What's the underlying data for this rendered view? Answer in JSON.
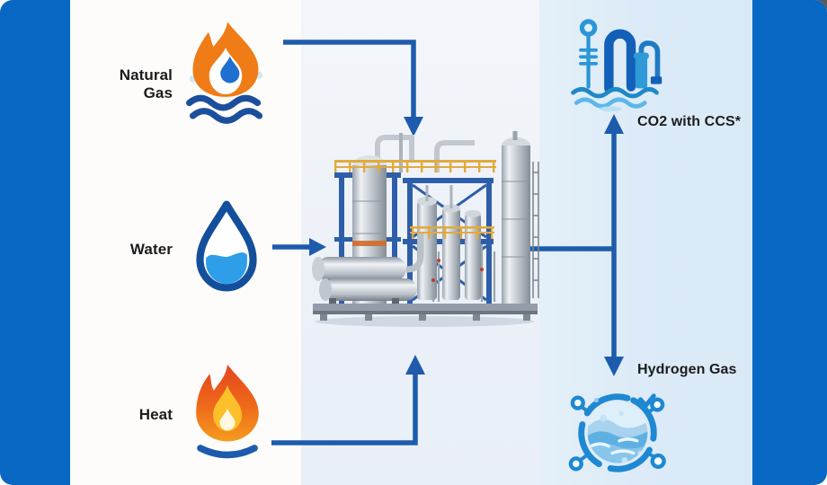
{
  "diagram": {
    "title_hint": "hydrogen-production-process-flow",
    "inputs": [
      {
        "label": "Natural Gas",
        "icon": "natural-gas-flame-waves-icon"
      },
      {
        "label": "Water",
        "icon": "water-drop-icon"
      },
      {
        "label": "Heat",
        "icon": "heat-flame-arc-icon"
      }
    ],
    "process": {
      "icon": "reformer-plant-illustration"
    },
    "outputs": [
      {
        "label": "CO2 with CCS*",
        "icon": "co2-injection-wells-icon"
      },
      {
        "label": "Hydrogen Gas",
        "icon": "hydrogen-gas-sphere-icon"
      }
    ],
    "colors": {
      "side_bar_blue": "#0767c2",
      "arrow_blue": "#1d5bad",
      "panel_light_blue": "#dcebf7",
      "panel_center": "#eef2f8",
      "flame_orange": "#f07c17",
      "flame_red": "#e5451f",
      "water_fill_blue": "#2e9ee8",
      "drop_outline_navy": "#134f9b",
      "icon_blue": "#1e88d2",
      "label_text": "#1c1c1e"
    }
  }
}
